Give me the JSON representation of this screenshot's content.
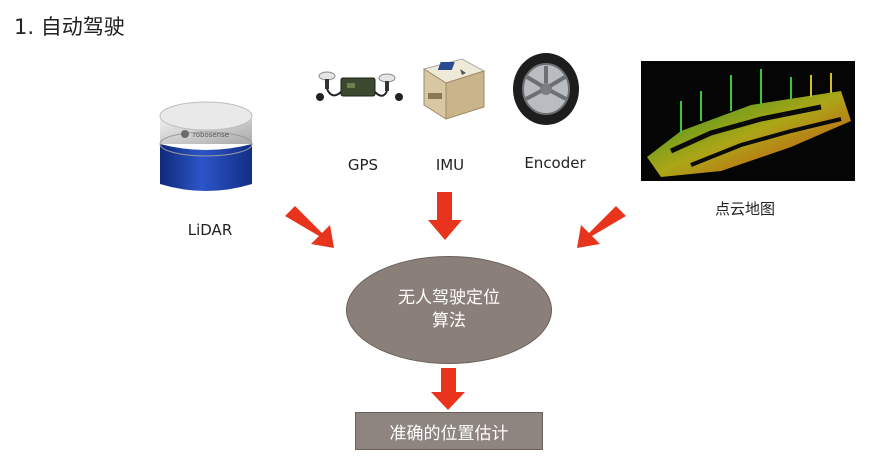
{
  "title": "1. 自动驾驶",
  "sensors": {
    "lidar": {
      "label": "LiDAR",
      "brand_text": "robosense"
    },
    "gps": {
      "label": "GPS"
    },
    "imu": {
      "label": "IMU"
    },
    "encoder": {
      "label": "Encoder"
    },
    "pointcloud_map": {
      "label": "点云地图"
    }
  },
  "algorithm": {
    "line1": "无人驾驶定位",
    "line2": "算法"
  },
  "result": {
    "label": "准确的位置估计"
  },
  "colors": {
    "arrow": "#e8341c",
    "node_fill": "#8a7f79",
    "lidar_blue": "#1f3fa8"
  }
}
